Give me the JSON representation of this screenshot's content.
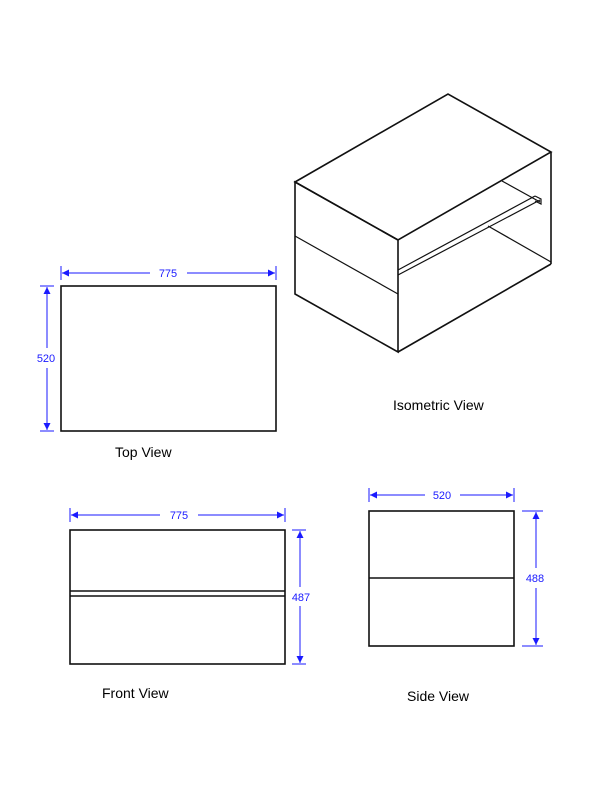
{
  "views": {
    "isometric": {
      "caption": "Isometric View"
    },
    "top": {
      "caption": "Top View",
      "width": "775",
      "depth": "520"
    },
    "front": {
      "caption": "Front View",
      "width": "775",
      "height": "487"
    },
    "side": {
      "caption": "Side View",
      "depth": "520",
      "height": "488"
    }
  },
  "colors": {
    "outline": "#111111",
    "dimension": "#1a1aff"
  }
}
